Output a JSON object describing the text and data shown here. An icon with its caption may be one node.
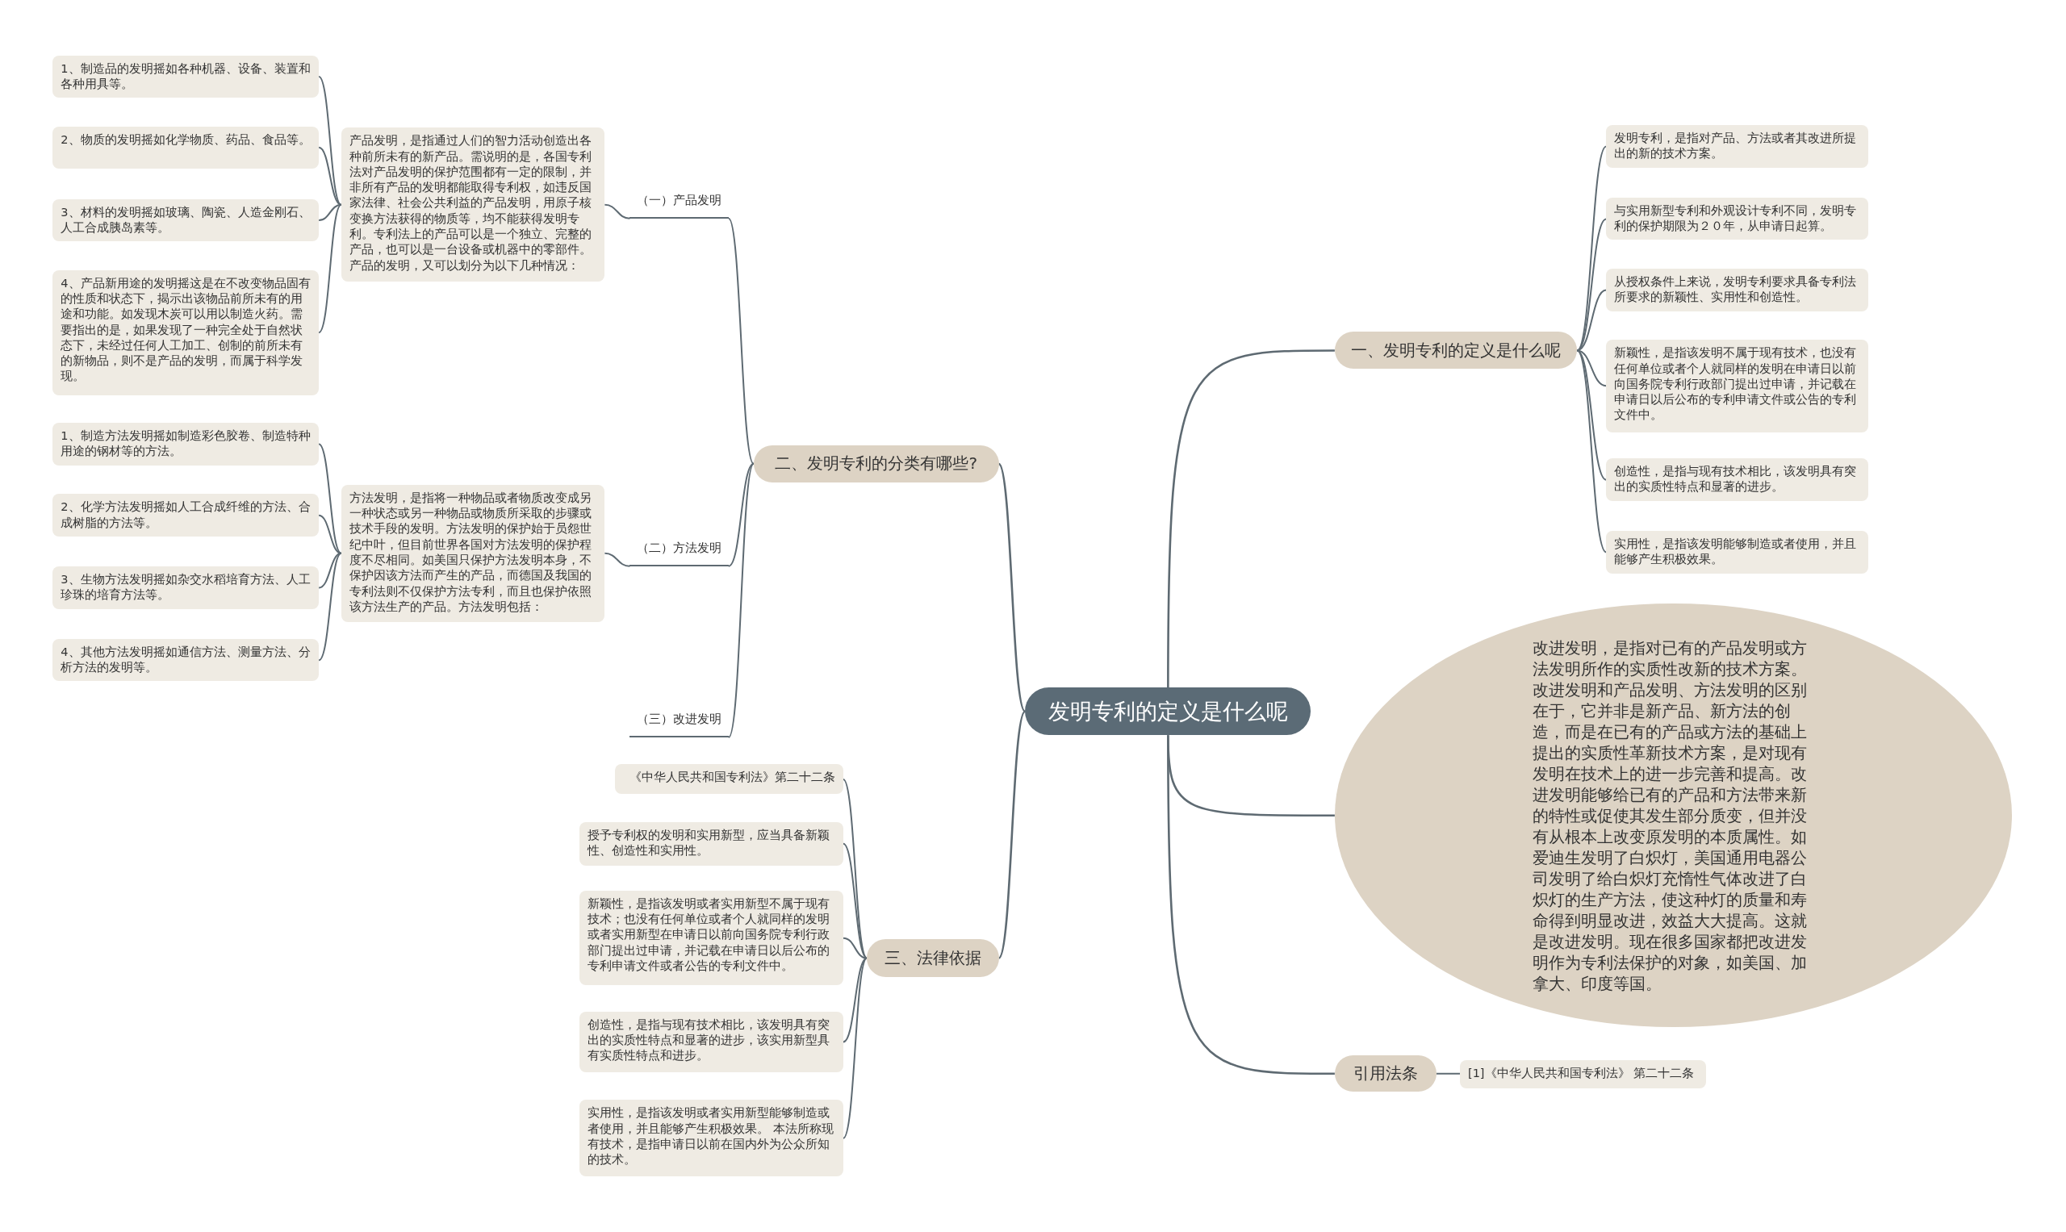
{
  "diagram": {
    "nodes": [
      {
        "text": [
          "发明专利的定义是什么呢"
        ]
      },
      {
        "text": [
          "一、发明专利的定义是什么呢"
        ]
      },
      {
        "text": [
          "发明专利，是指对产品、方法或者其改进所提出的新的技术方案。"
        ]
      },
      {
        "text": [
          "与实用新型专利和外观设计专利不同，发明专利的保护期限为２０年，从申请日起算。"
        ]
      },
      {
        "text": [
          "从授权条件上来说，发明专利要求具备专利法所要求的新颖性、实用性和创造性。"
        ]
      },
      {
        "text": [
          "新颖性，是指该发明不属于现有技术，也没有任何单位或者个人就同样的发明在申请日以前向国务院专利行政部门提出过申请，并记载在申请日以后公布的专利申请文件或公告的专利文件中。"
        ]
      },
      {
        "text": [
          "创造性，是指与现有技术相比，该发明具有突出的实质性特点和显著的进步。"
        ]
      },
      {
        "text": [
          "实用性，是指该发明能够制造或者使用，并且能够产生积极效果。"
        ]
      },
      {
        "text": [
          "改进发明，是指对已有的产品发明或方法发明所作的实质性改新的技术方案。改进发明和产品发明、方法发明的区别在于，它并非是新产品、新方法的创造，而是在已有的产品或方法的基础上提出的实质性革新技术方案，是对现有发明在技术上的进一步完善和提高。改进发明能够给已有的产品和方法带来新的特性或促使其发生部分质变，但并没有从根本上改变原发明的本质属性。如爱迪生发明了白炽灯，美国通用电器公司发明了给白炽灯充惰性气体改进了白炽灯的生产方法，使这种灯的质量和寿命得到明显改进，效益大大提高。这就是改进发明。现在很多国家都把改进发明作为专利法保护的对象，如美国、加拿大、印度等国。"
        ]
      },
      {
        "text": [
          "二、发明专利的分类有哪些?"
        ]
      },
      {
        "text": [
          "（一）产品发明"
        ]
      },
      {
        "text": [
          "产品发明，是指通过人们的智力活动创造出各种前所未有的新产品。需说明的是，各国专利法对产品发明的保护范围都有一定的限制，并非所有产品的发明都能取得专利权，如违反国家法律、社会公共利益的产品发明，用原子核变换方法获得的物质等，均不能获得发明专利。专利法上的产品可以是一个独立、完整的产品，也可以是一台设备或机器中的零部件。产品的发明，又可以划分为以下几种情况："
        ]
      },
      {
        "text": [
          "1、制造品的发明摇如各种机器、设备、装置和各种用具等。"
        ]
      },
      {
        "text": [
          "2、物质的发明摇如化学物质、药品、食品等。"
        ]
      },
      {
        "text": [
          "3、材料的发明摇如玻璃、陶瓷、人造金刚石、人工合成胰岛素等。"
        ]
      },
      {
        "text": [
          "4、产品新用途的发明摇这是在不改变物品固有的性质和状态下，揭示出该物品前所未有的用途和功能。如发现木炭可以用以制造火药。需要指出的是，如果发现了一种完全处于自然状态下，未经过任何人工加工、创制的前所未有的新物品，则不是产品的发明，而属于科学发现。"
        ]
      },
      {
        "text": [
          "（二）方法发明"
        ]
      },
      {
        "text": [
          "方法发明，是指将一种物品或者物质改变成另一种状态或另一种物品或物质所采取的步骤或技术手段的发明。方法发明的保护始于员怨世纪中叶，但目前世界各国对方法发明的保护程度不尽相同。如美国只保护方法发明本身，不保护因该方法而产生的产品，而德国及我国的专利法则不仅保护方法专利，而且也保护依照该方法生产的产品。方法发明包括："
        ]
      },
      {
        "text": [
          "1、制造方法发明摇如制造彩色胶卷、制造特种用途的钢材等的方法。"
        ]
      },
      {
        "text": [
          "2、化学方法发明摇如人工合成纤维的方法、合成树脂的方法等。"
        ]
      },
      {
        "text": [
          "3、生物方法发明摇如杂交水稻培育方法、人工珍珠的培育方法等。"
        ]
      },
      {
        "text": [
          "4、其他方法发明摇如通信方法、测量方法、分析方法的发明等。"
        ]
      },
      {
        "text": [
          "（三）改进发明"
        ]
      },
      {
        "text": [
          "三、法律依据"
        ]
      },
      {
        "text": [
          "《中华人民共和国专利法》第二十二条"
        ]
      },
      {
        "text": [
          "授予专利权的发明和实用新型，应当具备新颖性、创造性和实用性。"
        ]
      },
      {
        "text": [
          "新颖性，是指该发明或者实用新型不属于现有技术；也没有任何单位或者个人就同样的发明或者实用新型在申请日以前向国务院专利行政部门提出过申请，并记载在申请日以后公布的专利申请文件或者公告的专利文件中。"
        ]
      },
      {
        "text": [
          "创造性，是指与现有技术相比，该发明具有突出的实质性特点和显著的进步，该实用新型具有实质性特点和进步。"
        ]
      },
      {
        "text": [
          "实用性，是指该发明或者实用新型能够制造或者使用，并且能够产生积极效果。 本法所称现有技术，是指申请日以前在国内外为公众所知的技术。"
        ]
      },
      {
        "text": [
          "引用法条"
        ]
      },
      {
        "text": [
          "[1]《中华人民共和国专利法》 第二十二条"
        ]
      }
    ],
    "edges": [
      {
        "from": 0,
        "to": 1,
        "arrow": "none"
      },
      {
        "from": 1,
        "to": 2,
        "arrow": "none"
      },
      {
        "from": 1,
        "to": 3,
        "arrow": "none"
      },
      {
        "from": 1,
        "to": 4,
        "arrow": "none"
      },
      {
        "from": 1,
        "to": 5,
        "arrow": "none"
      },
      {
        "from": 1,
        "to": 6,
        "arrow": "none"
      },
      {
        "from": 1,
        "to": 7,
        "arrow": "none"
      },
      {
        "from": 0,
        "to": 8,
        "arrow": "none"
      },
      {
        "from": 0,
        "to": 9,
        "arrow": "none"
      },
      {
        "from": 9,
        "to": 10,
        "arrow": "none"
      },
      {
        "from": 10,
        "to": 11,
        "arrow": "none"
      },
      {
        "from": 11,
        "to": 12,
        "arrow": "none"
      },
      {
        "from": 11,
        "to": 13,
        "arrow": "none"
      },
      {
        "from": 11,
        "to": 14,
        "arrow": "none"
      },
      {
        "from": 11,
        "to": 15,
        "arrow": "none"
      },
      {
        "from": 9,
        "to": 16,
        "arrow": "none"
      },
      {
        "from": 16,
        "to": 17,
        "arrow": "none"
      },
      {
        "from": 17,
        "to": 18,
        "arrow": "none"
      },
      {
        "from": 17,
        "to": 19,
        "arrow": "none"
      },
      {
        "from": 17,
        "to": 20,
        "arrow": "none"
      },
      {
        "from": 17,
        "to": 21,
        "arrow": "none"
      },
      {
        "from": 9,
        "to": 22,
        "arrow": "none"
      },
      {
        "from": 0,
        "to": 23,
        "arrow": "none"
      },
      {
        "from": 23,
        "to": 24,
        "arrow": "none"
      },
      {
        "from": 23,
        "to": 25,
        "arrow": "none"
      },
      {
        "from": 23,
        "to": 26,
        "arrow": "none"
      },
      {
        "from": 23,
        "to": 27,
        "arrow": "none"
      },
      {
        "from": 23,
        "to": 28,
        "arrow": "none"
      },
      {
        "from": 0,
        "to": 29,
        "arrow": "none"
      },
      {
        "from": 29,
        "to": 30,
        "arrow": "none"
      }
    ]
  }
}
